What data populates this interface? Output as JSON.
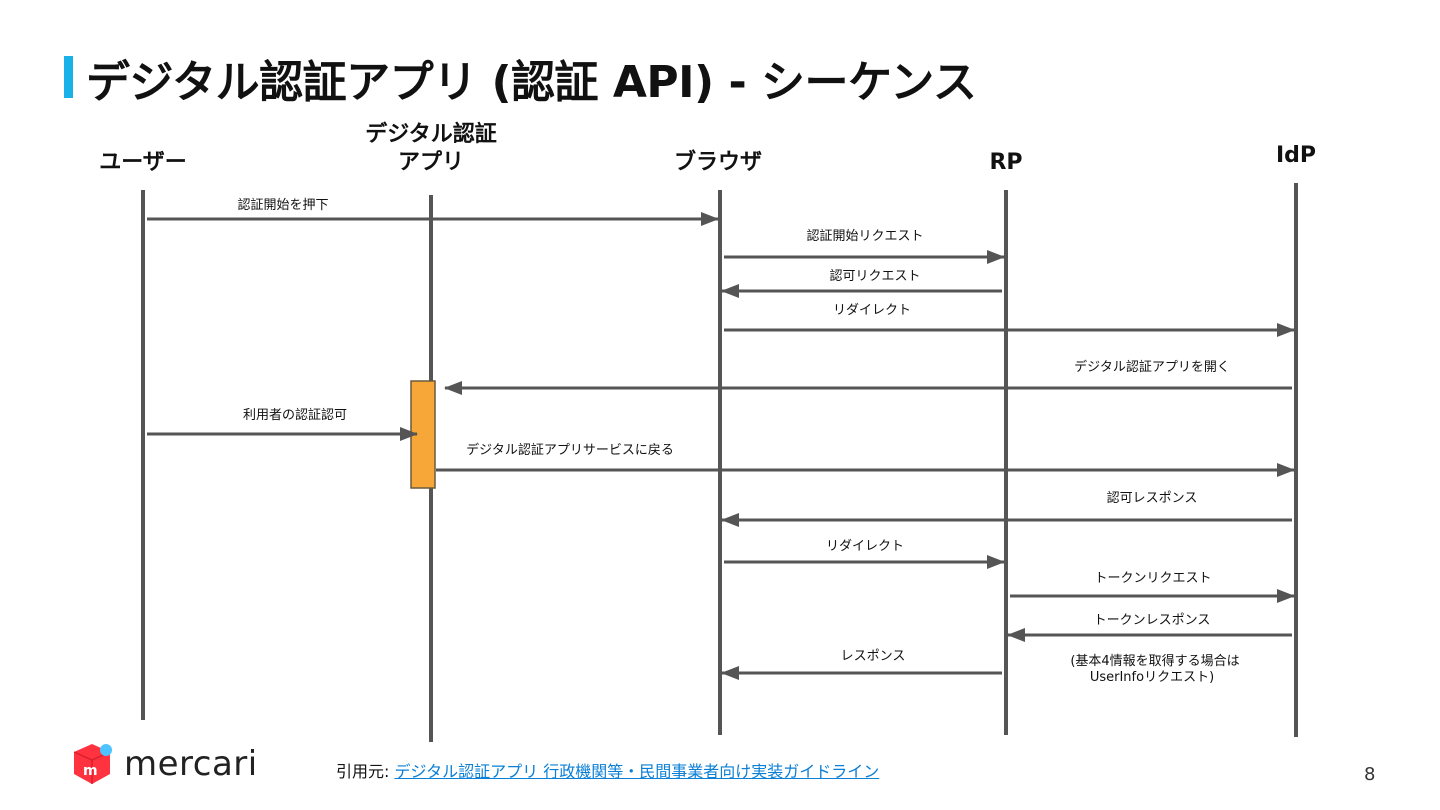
{
  "title": "デジタル認証アプリ (認証 API) - シーケンス",
  "colors": {
    "accent": "#1ab0e8",
    "lifeline": "#555555",
    "activation": "#f7a738",
    "activation_stroke": "#6b5a3a",
    "logo_red": "#ff333f",
    "link": "#0a7fd6"
  },
  "actors": [
    {
      "id": "user",
      "label": "ユーザー"
    },
    {
      "id": "app",
      "label": "デジタル認証\nアプリ"
    },
    {
      "id": "browser",
      "label": "ブラウザ"
    },
    {
      "id": "rp",
      "label": "RP"
    },
    {
      "id": "idp",
      "label": "IdP"
    }
  ],
  "messages": [
    {
      "from": "user",
      "to": "browser",
      "label": "認証開始を押下"
    },
    {
      "from": "browser",
      "to": "rp",
      "label": "認証開始リクエスト"
    },
    {
      "from": "rp",
      "to": "browser",
      "label": "認可リクエスト"
    },
    {
      "from": "browser",
      "to": "idp",
      "label": "リダイレクト"
    },
    {
      "from": "idp",
      "to": "app",
      "label": "デジタル認証アプリを開く"
    },
    {
      "from": "user",
      "to": "app",
      "label": "利用者の認証認可"
    },
    {
      "from": "app",
      "to": "idp",
      "label": "デジタル認証アプリサービスに戻る"
    },
    {
      "from": "idp",
      "to": "browser",
      "label": "認可レスポンス"
    },
    {
      "from": "browser",
      "to": "rp",
      "label": "リダイレクト"
    },
    {
      "from": "rp",
      "to": "idp",
      "label": "トークンリクエスト"
    },
    {
      "from": "idp",
      "to": "rp",
      "label": "トークンレスポンス"
    },
    {
      "from": "rp",
      "to": "browser",
      "label": "レスポンス"
    }
  ],
  "note": {
    "line1": "(基本4情報を取得する場合は",
    "line2": "UserInfoリクエスト)"
  },
  "footer": {
    "logo_text": "mercari",
    "logo_icon": "mercari-box-icon",
    "citation_prefix": "引用元: ",
    "citation_link": "デジタル認証アプリ 行政機関等・民間事業者向け実装ガイドライン",
    "page_number": "8"
  }
}
